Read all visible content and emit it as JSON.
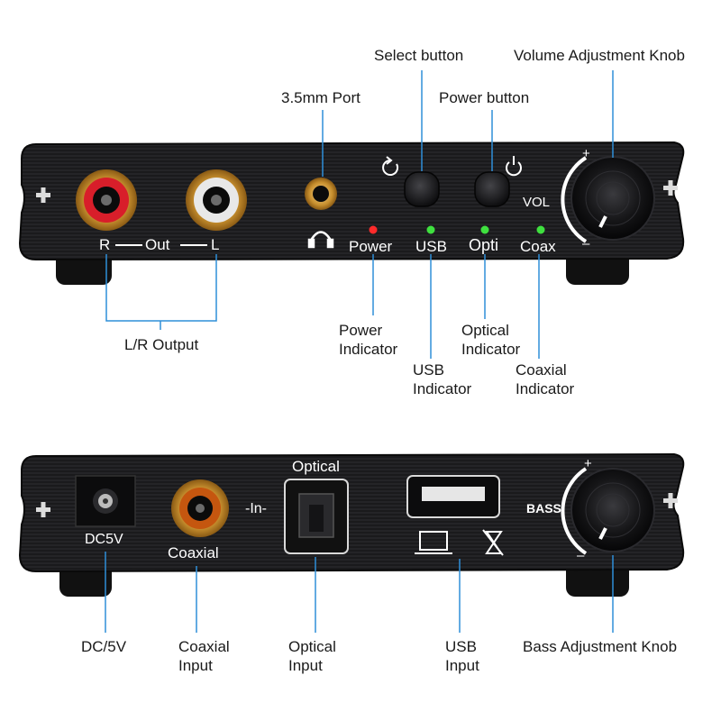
{
  "front_panel": {
    "jack_labels": {
      "r": "R",
      "out": "Out",
      "l": "L"
    },
    "indicator_labels": {
      "power": "Power",
      "usb": "USB",
      "opti": "Opti",
      "coax": "Coax"
    },
    "vol_label": "VOL",
    "plus": "+",
    "minus": "–"
  },
  "back_panel": {
    "dc_label": "DC5V",
    "coaxial_label": "Coaxial",
    "in_label": "-In-",
    "optical_label": "Optical",
    "bass_label": "BASS",
    "plus": "+",
    "minus": "–"
  },
  "callouts": {
    "select_button": "Select button",
    "volume_knob": "Volume Adjustment Knob",
    "port_35mm": "3.5mm Port",
    "power_button": "Power button",
    "lr_output": "L/R Output",
    "power_indicator": [
      "Power",
      "Indicator"
    ],
    "optical_indicator": [
      "Optical",
      "Indicator"
    ],
    "usb_indicator": [
      "USB",
      "Indicator"
    ],
    "coaxial_indicator": [
      "Coaxial",
      "Indicator"
    ],
    "dc5v": "DC/5V",
    "coaxial_input": [
      "Coaxial",
      "Input"
    ],
    "optical_input": [
      "Optical",
      "Input"
    ],
    "usb_input": [
      "USB",
      "Input"
    ],
    "bass_knob": "Bass Adjustment Knob"
  },
  "colors": {
    "line": "#2f8fd8",
    "led_red": "#ff2b2b",
    "led_green": "#3fe03f",
    "body": "#1c1c1e",
    "rca_red": "#d81e2a",
    "rca_white": "#e8e8e8",
    "gold": "#d9a441"
  }
}
